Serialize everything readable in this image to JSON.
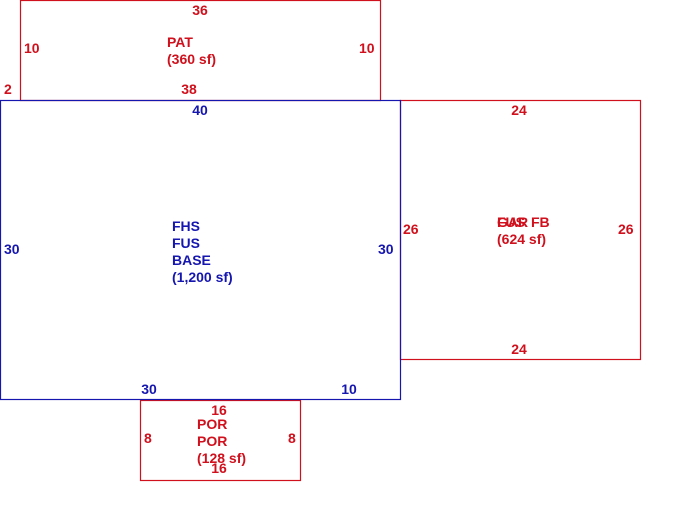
{
  "colors": {
    "blue": "#1515b0",
    "red": "#d0101c"
  },
  "areas": {
    "main": {
      "codes": [
        "FHS",
        "FUS",
        "BASE"
      ],
      "area": "(1,200 sf)",
      "dims": {
        "top": "40",
        "left": "30",
        "right": "30",
        "bottom_left": "30",
        "bottom_right": "10"
      }
    },
    "patio": {
      "code": "PAT",
      "area": "(360 sf)",
      "dims": {
        "top": "36",
        "left": "10",
        "right": "10",
        "bottom": "38",
        "offset": "2"
      }
    },
    "garage": {
      "codes": [
        "GAR",
        "FUS",
        "FB"
      ],
      "area": "(624 sf)",
      "dims": {
        "top": "24",
        "left": "26",
        "right": "26",
        "bottom": "24"
      }
    },
    "porch": {
      "codes": [
        "POR",
        "POR"
      ],
      "area": "(128 sf)",
      "dims": {
        "top": "16",
        "left": "8",
        "right": "8",
        "bottom": "16"
      }
    }
  }
}
